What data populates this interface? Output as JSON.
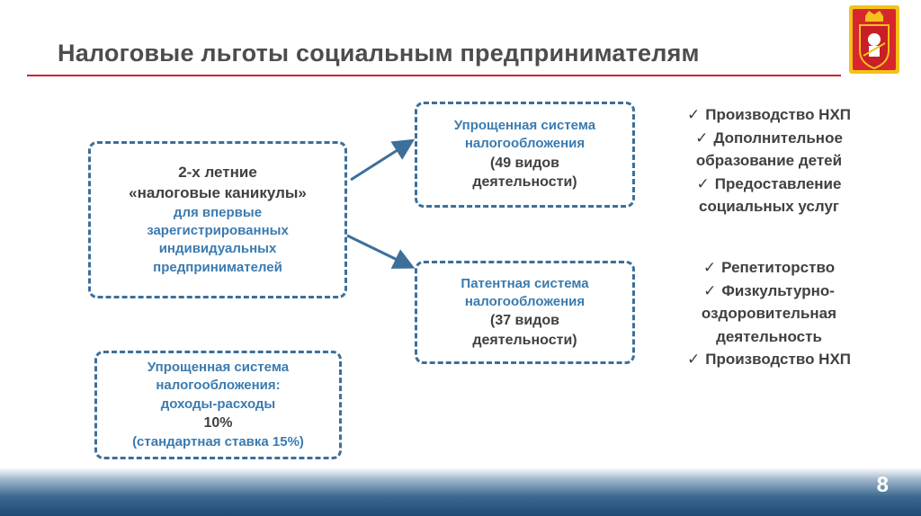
{
  "slide": {
    "title": "Налоговые льготы социальным предпринимателям",
    "page_number": "8",
    "accent_color": "#c8232c",
    "box_border_color": "#3d6f9a",
    "text_blue": "#3b7bb0",
    "crest_icon": "moscow-oblast-coat-of-arms-icon"
  },
  "box_holidays": {
    "line1": "2-х летние",
    "line2": "«налоговые каникулы»",
    "sub1": "для впервые",
    "sub2": "зарегистрированных",
    "sub3": "индивидуальных",
    "sub4": "предпринимателей"
  },
  "box_simplified": {
    "line1": "Упрощенная система",
    "line2": "налогообложения",
    "line3": "(49 видов",
    "line4": "деятельности)"
  },
  "box_patent": {
    "line1": "Патентная система",
    "line2": "налогообложения",
    "line3": "(37 видов",
    "line4": "деятельности)"
  },
  "box_rate": {
    "line1": "Упрощенная система",
    "line2": "налогообложения:",
    "line3": "доходы-расходы",
    "line4": "10%",
    "line5": "(стандартная ставка 15%)"
  },
  "list_simplified": [
    {
      "check": "✓",
      "text": "Производство НХП"
    },
    {
      "check": "✓",
      "text": "Дополнительное"
    },
    {
      "check": "",
      "text": "образование детей"
    },
    {
      "check": "✓",
      "text": "Предоставление"
    },
    {
      "check": "",
      "text": "социальных услуг"
    }
  ],
  "list_patent": [
    {
      "check": "✓",
      "text": "Репетиторство"
    },
    {
      "check": "✓",
      "text": "Физкультурно-"
    },
    {
      "check": "",
      "text": "оздоровительная"
    },
    {
      "check": "",
      "text": "деятельность"
    },
    {
      "check": "✓",
      "text": "Производство НХП"
    }
  ]
}
